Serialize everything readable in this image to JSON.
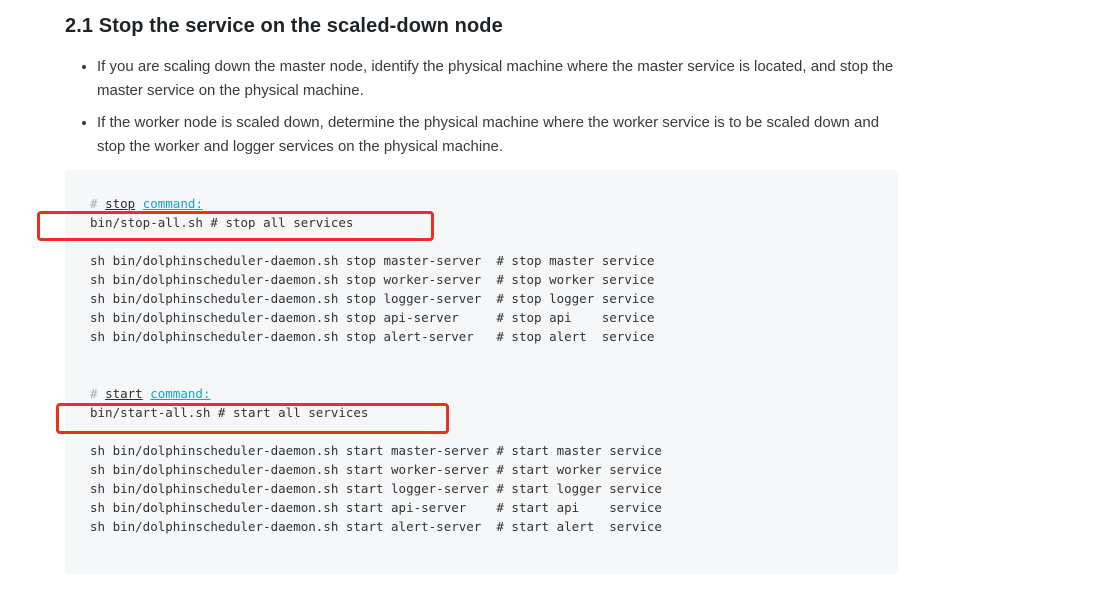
{
  "heading": "2.1 Stop the service on the scaled-down node",
  "bullets": [
    "If you are scaling down the master node, identify the physical machine where the master service is located, and stop the master service on the physical machine.",
    "If the worker node is scaled down, determine the physical machine where the worker service is to be scaled down and stop the worker and logger services on the physical machine."
  ],
  "colors": {
    "heading_text": "#1f2328",
    "body_text": "#373b3e",
    "code_background": "#f6f7f9",
    "code_text": "#333333",
    "code_hash": "#a9aeb3",
    "code_keyword": "#2f2f2f",
    "code_builtin": "#18a3c9",
    "annotation_red": "#e8321e"
  },
  "code_block": {
    "lines": [
      {
        "segments": [
          {
            "t": "# ",
            "s": "hash"
          },
          {
            "t": "stop",
            "s": "kwu"
          },
          {
            "t": " ",
            "s": "plain"
          },
          {
            "t": "command:",
            "s": "biu"
          }
        ]
      },
      {
        "segments": [
          {
            "t": "bin/stop-all.sh # stop all services",
            "s": "plain"
          }
        ],
        "highlighted": true
      },
      {
        "segments": []
      },
      {
        "segments": [
          {
            "t": "sh bin/dolphinscheduler-daemon.sh stop master-server  # stop master service",
            "s": "plain"
          }
        ]
      },
      {
        "segments": [
          {
            "t": "sh bin/dolphinscheduler-daemon.sh stop worker-server  # stop worker service",
            "s": "plain"
          }
        ]
      },
      {
        "segments": [
          {
            "t": "sh bin/dolphinscheduler-daemon.sh stop logger-server  # stop logger service",
            "s": "plain"
          }
        ]
      },
      {
        "segments": [
          {
            "t": "sh bin/dolphinscheduler-daemon.sh stop api-server     # stop api    service",
            "s": "plain"
          }
        ]
      },
      {
        "segments": [
          {
            "t": "sh bin/dolphinscheduler-daemon.sh stop alert-server   # stop alert  service",
            "s": "plain"
          }
        ]
      },
      {
        "segments": []
      },
      {
        "segments": []
      },
      {
        "segments": [
          {
            "t": "# ",
            "s": "hash"
          },
          {
            "t": "start",
            "s": "kwu"
          },
          {
            "t": " ",
            "s": "plain"
          },
          {
            "t": "command:",
            "s": "biu"
          }
        ]
      },
      {
        "segments": [
          {
            "t": "bin/start-all.sh # start all services",
            "s": "plain"
          }
        ],
        "highlighted": true
      },
      {
        "segments": []
      },
      {
        "segments": [
          {
            "t": "sh bin/dolphinscheduler-daemon.sh start master-server # start master service",
            "s": "plain"
          }
        ]
      },
      {
        "segments": [
          {
            "t": "sh bin/dolphinscheduler-daemon.sh start worker-server # start worker service",
            "s": "plain"
          }
        ]
      },
      {
        "segments": [
          {
            "t": "sh bin/dolphinscheduler-daemon.sh start logger-server # start logger service",
            "s": "plain"
          }
        ]
      },
      {
        "segments": [
          {
            "t": "sh bin/dolphinscheduler-daemon.sh start api-server    # start api    service",
            "s": "plain"
          }
        ]
      },
      {
        "segments": [
          {
            "t": "sh bin/dolphinscheduler-daemon.sh start alert-server  # start alert  service",
            "s": "plain"
          }
        ]
      }
    ]
  },
  "annotations": {
    "boxes": [
      {
        "name": "stop-all-highlight"
      },
      {
        "name": "start-all-highlight"
      }
    ]
  }
}
